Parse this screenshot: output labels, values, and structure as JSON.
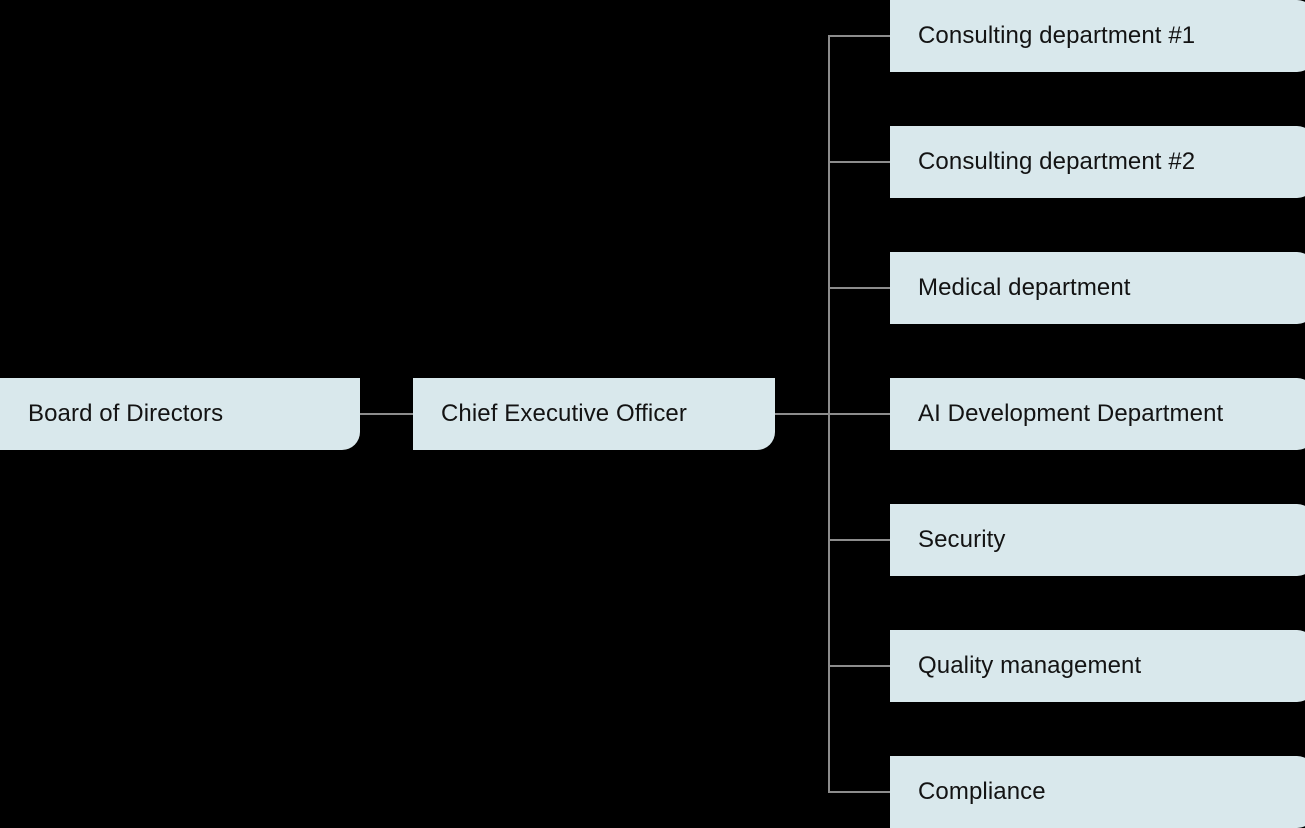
{
  "diagram": {
    "type": "organizational-chart",
    "background_color": "#000000",
    "node_fill_color": "#d9e8ec",
    "node_text_color": "#131313",
    "connector_color": "#8c8c8c",
    "root": {
      "label": "Board of Directors"
    },
    "executive": {
      "label": "Chief Executive Officer"
    },
    "departments": [
      {
        "label": "Consulting department #1"
      },
      {
        "label": "Consulting department #2"
      },
      {
        "label": "Medical department"
      },
      {
        "label": "AI Development Department"
      },
      {
        "label": "Security"
      },
      {
        "label": "Quality management"
      },
      {
        "label": "Compliance"
      }
    ]
  }
}
